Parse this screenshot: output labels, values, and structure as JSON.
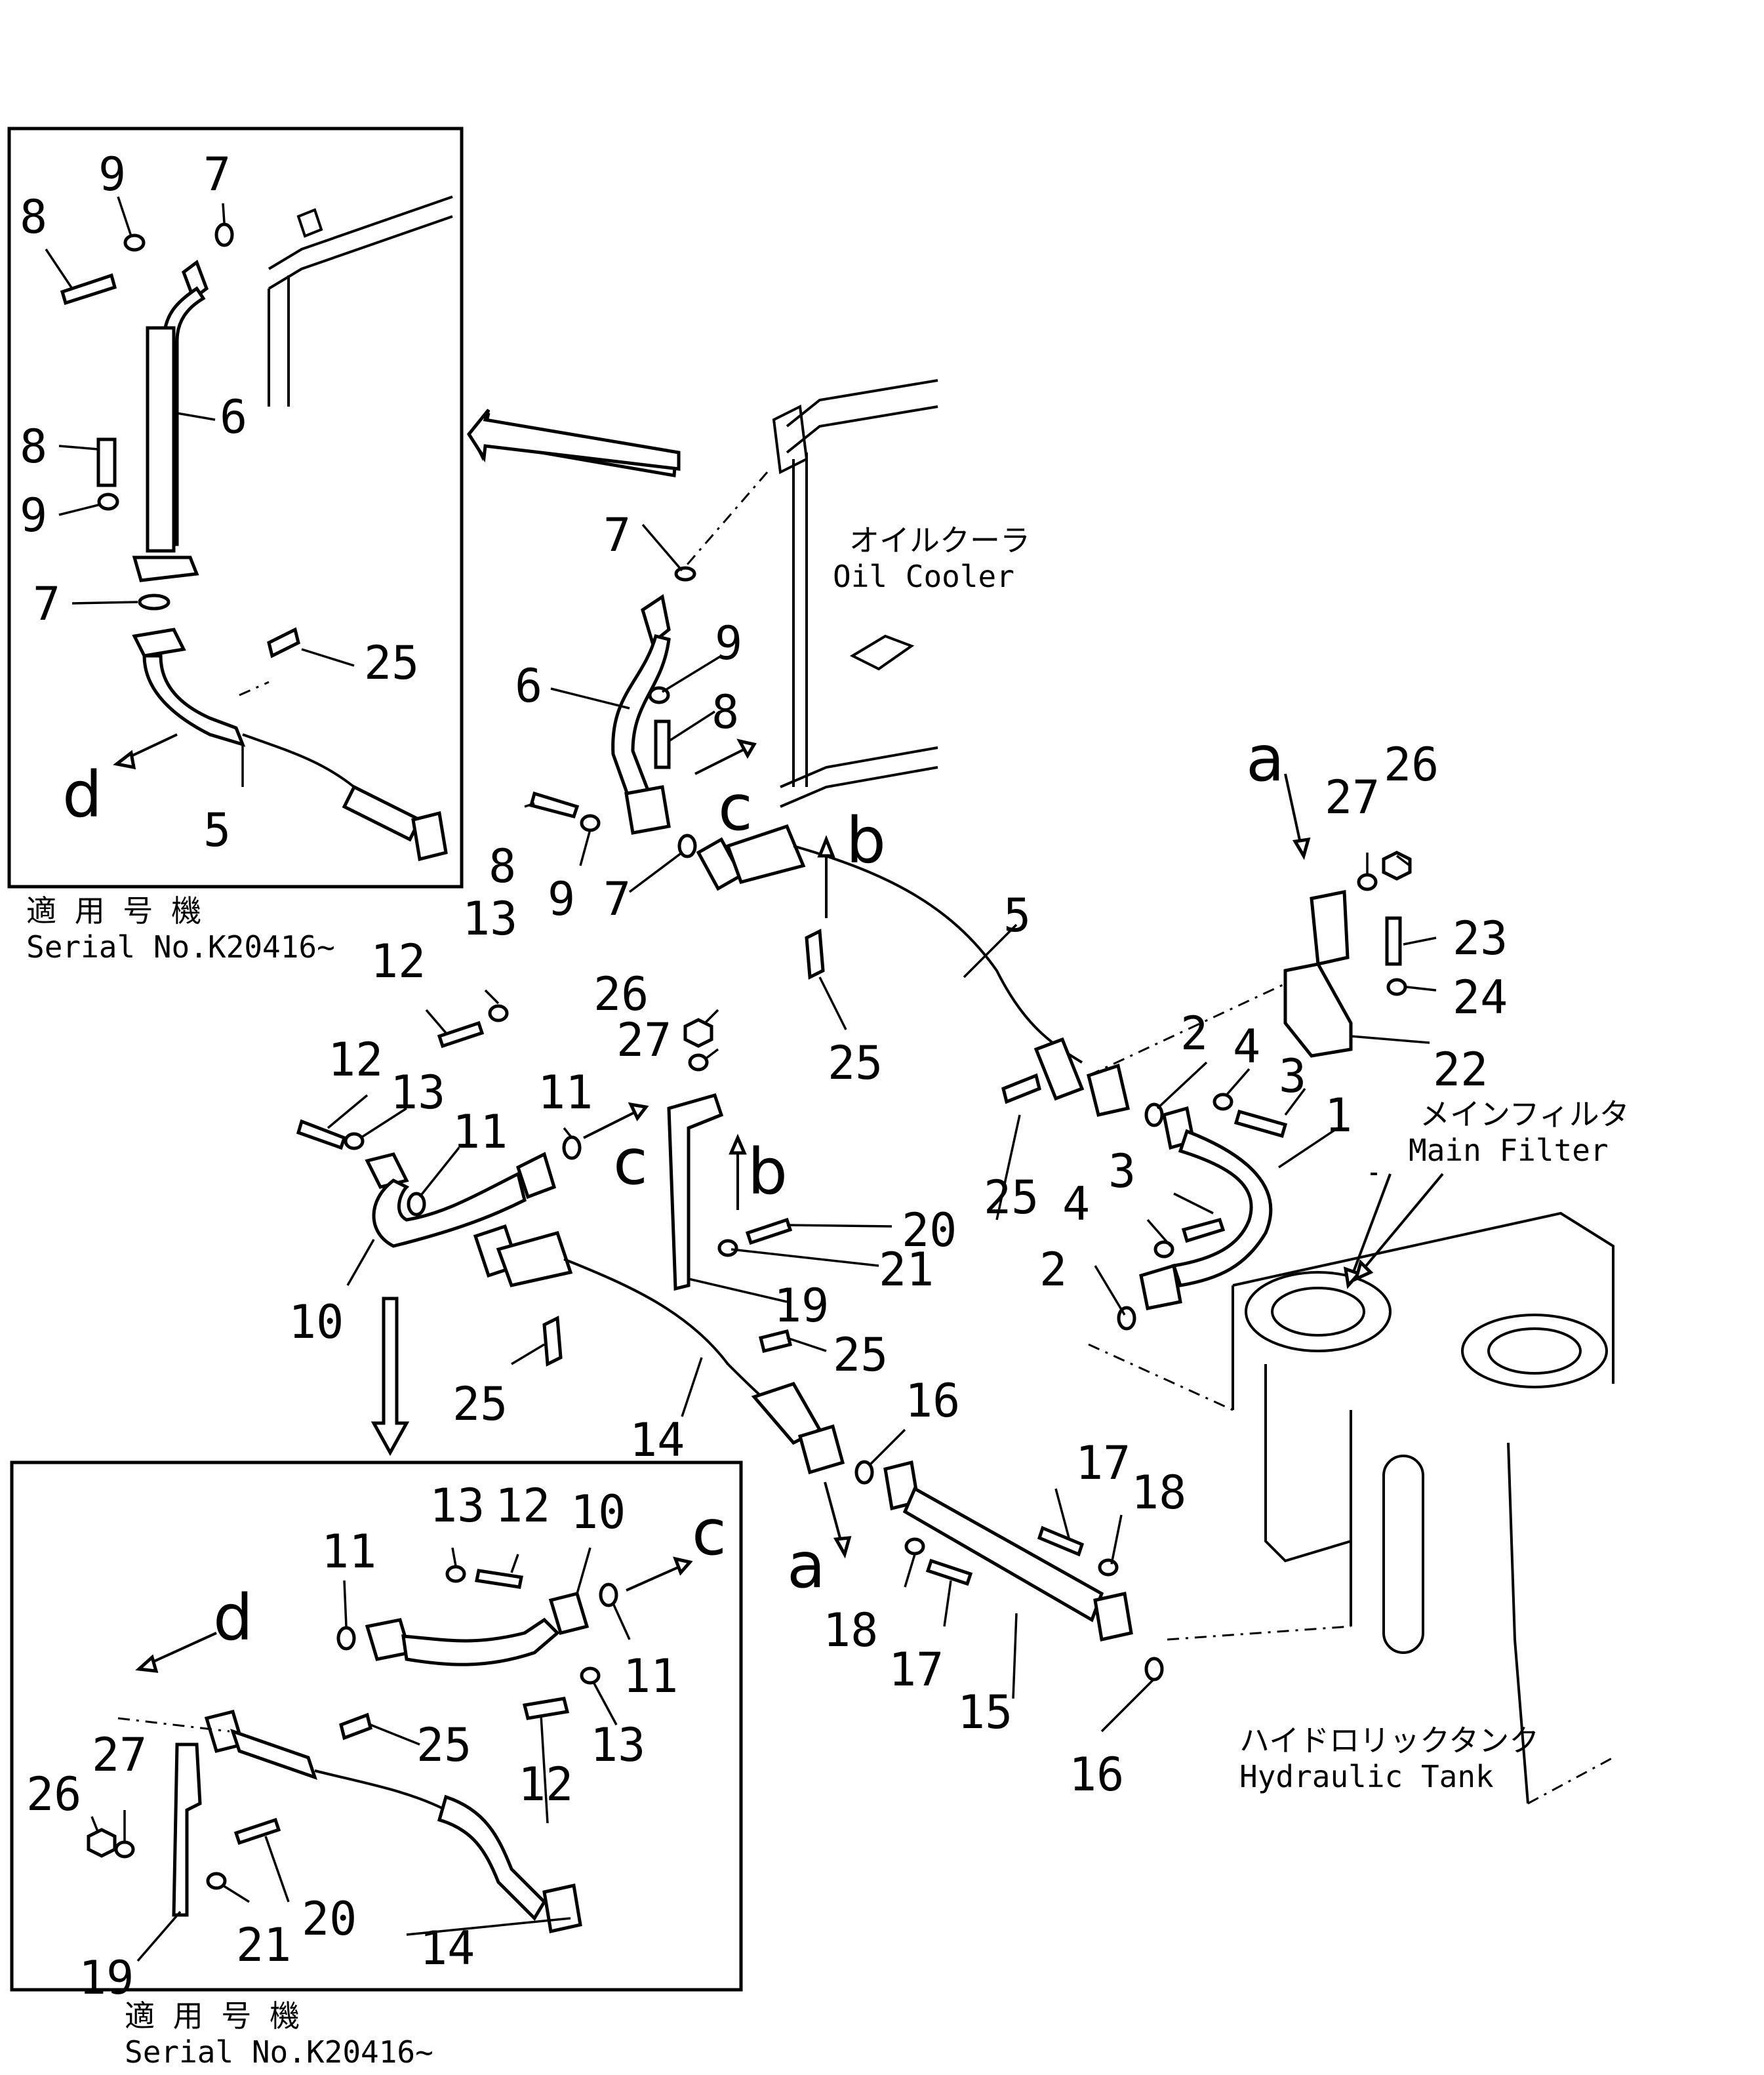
{
  "labels": {
    "oil_cooler_jp": "オイルクーラ",
    "oil_cooler_en": "Oil Cooler",
    "main_filter_jp": "メインフィルタ",
    "main_filter_en": "Main Filter",
    "hydraulic_tank_jp": "ハイドロリックタンク",
    "hydraulic_tank_en": "Hydraulic Tank",
    "serial_applicable_jp": "適 用 号 機",
    "serial_number": "Serial No.K20416~"
  },
  "view_letters": {
    "a": "a",
    "b": "b",
    "c": "c",
    "d": "d"
  },
  "parts": {
    "p1": "1",
    "p2": "2",
    "p3": "3",
    "p4": "4",
    "p5": "5",
    "p6": "6",
    "p7": "7",
    "p8": "8",
    "p9": "9",
    "p10": "10",
    "p11": "11",
    "p12": "12",
    "p13": "13",
    "p14": "14",
    "p15": "15",
    "p16": "16",
    "p17": "17",
    "p18": "18",
    "p19": "19",
    "p20": "20",
    "p21": "21",
    "p22": "22",
    "p23": "23",
    "p24": "24",
    "p25": "25",
    "p26": "26",
    "p27": "27"
  }
}
